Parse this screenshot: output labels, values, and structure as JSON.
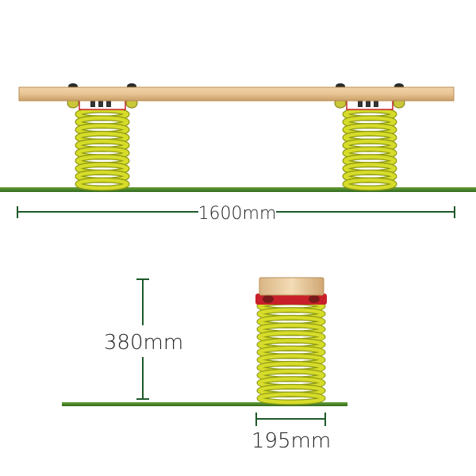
{
  "dimensions": {
    "length": "1600mm",
    "height": "380mm",
    "width": "195mm"
  },
  "colors": {
    "timber": "#e7c494",
    "timber_edge": "#c49a62",
    "spring": "#d6dc2a",
    "spring_dark": "#8f9a12",
    "spring_light": "#f0f46a",
    "bracket": "#c8202a",
    "grass": "#4f8a2e",
    "grass_dark": "#2f6a1a",
    "dimension_line": "#1e5a2a"
  }
}
